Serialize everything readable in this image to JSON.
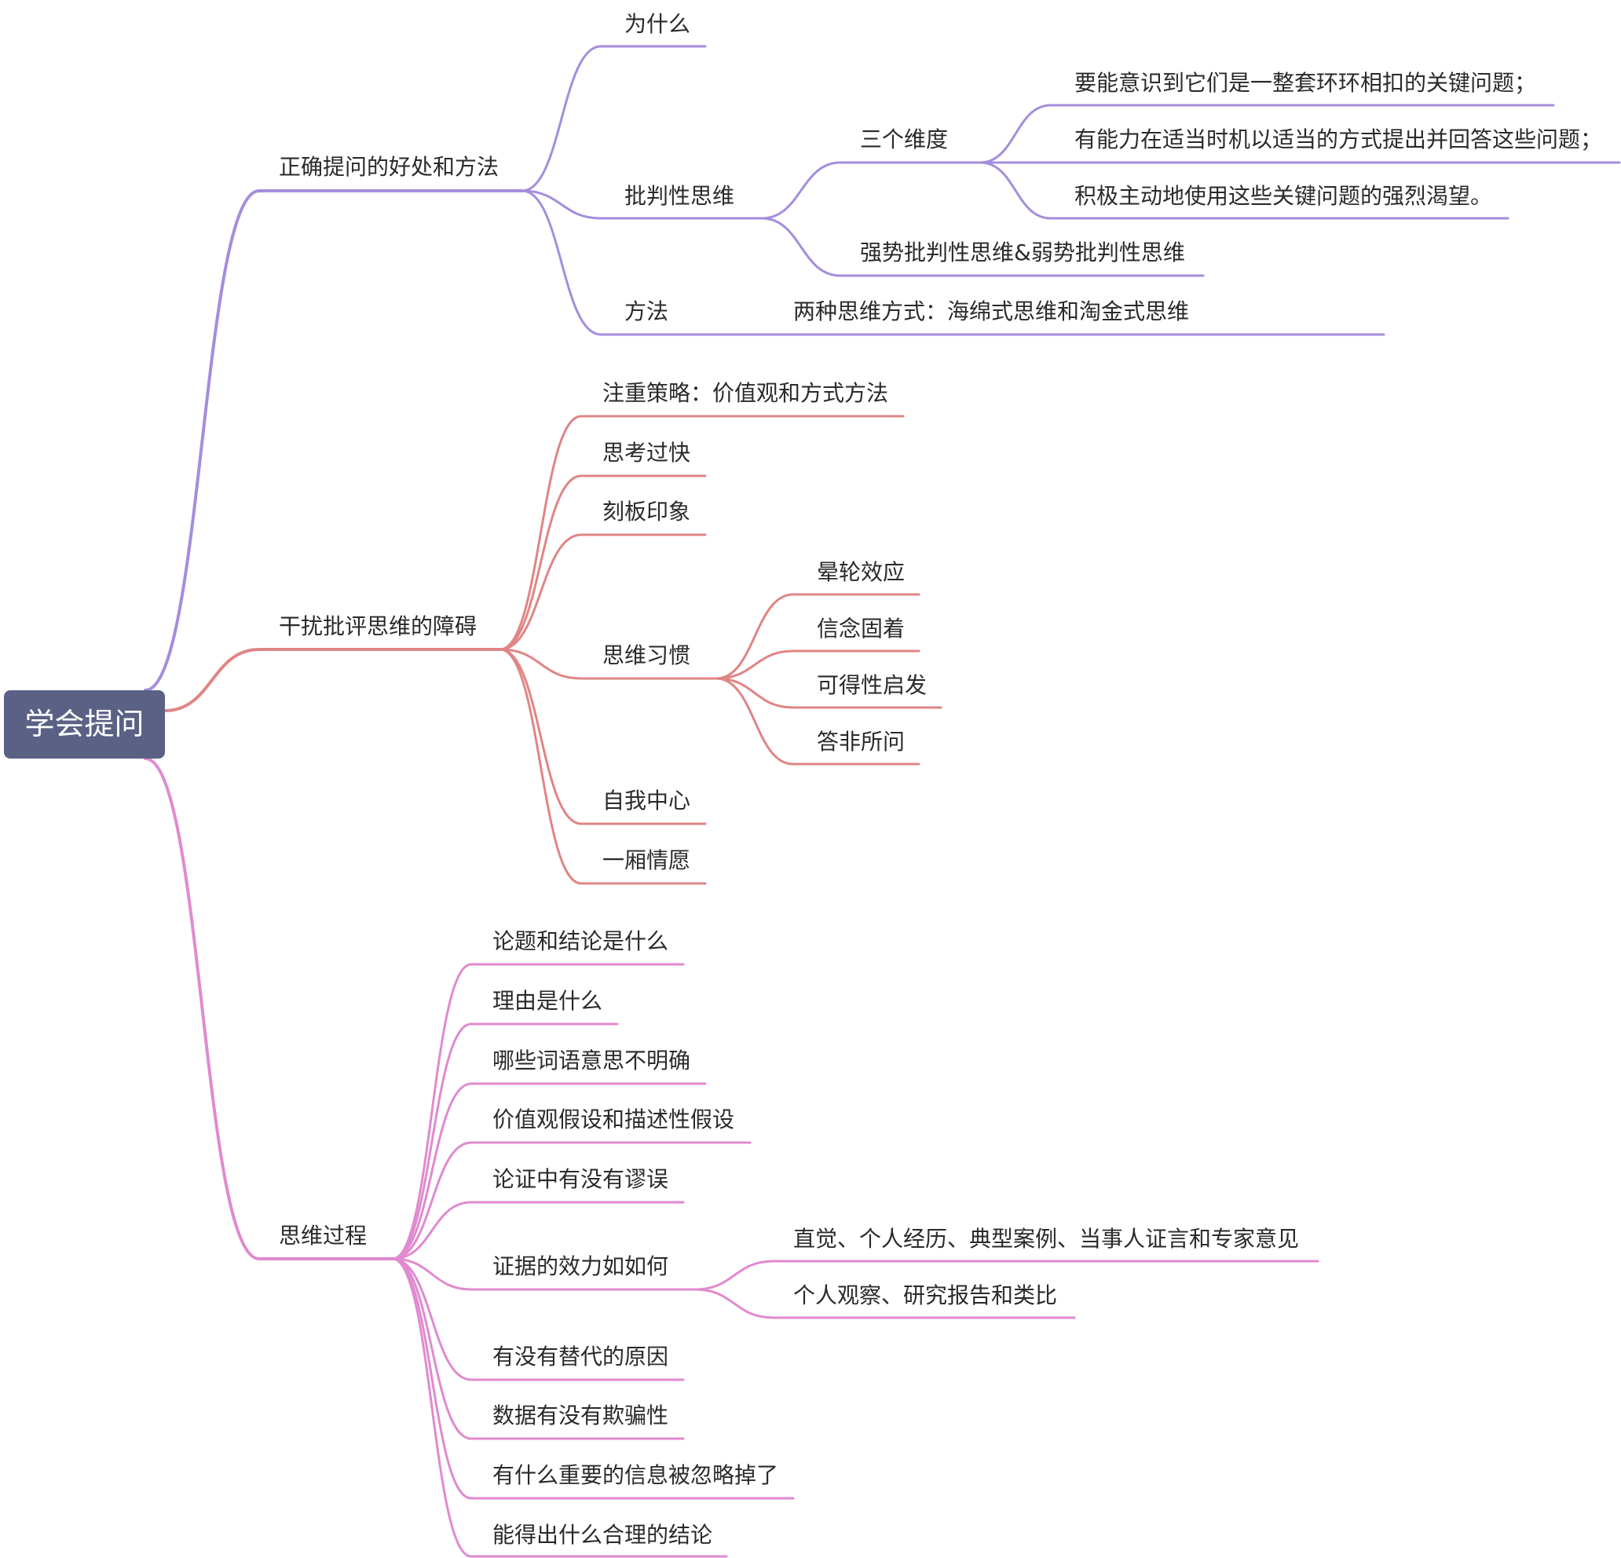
{
  "title": "学会提问",
  "colors": {
    "root_bg": "#5b6185",
    "branch_purple": "#a48ddd",
    "branch_red": "#e08585",
    "branch_pink": "#e08ad0",
    "text": "#2a2a2a"
  },
  "branches": [
    {
      "label": "正确提问的好处和方法",
      "children": [
        {
          "label": "为什么"
        },
        {
          "label": "批判性思维",
          "children": [
            {
              "label": "三个维度",
              "children": [
                {
                  "label": "要能意识到它们是一整套环环相扣的关键问题；"
                },
                {
                  "label": "有能力在适当时机以适当的方式提出并回答这些问题；"
                },
                {
                  "label": "积极主动地使用这些关键问题的强烈渴望。"
                }
              ]
            },
            {
              "label": "强势批判性思维&弱势批判性思维"
            }
          ]
        },
        {
          "label": "方法",
          "children": [
            {
              "label": "两种思维方式：海绵式思维和淘金式思维"
            }
          ]
        }
      ]
    },
    {
      "label": "干扰批评思维的障碍",
      "children": [
        {
          "label": "注重策略：价值观和方式方法"
        },
        {
          "label": "思考过快"
        },
        {
          "label": "刻板印象"
        },
        {
          "label": "思维习惯",
          "children": [
            {
              "label": "晕轮效应"
            },
            {
              "label": "信念固着"
            },
            {
              "label": "可得性启发"
            },
            {
              "label": "答非所问"
            }
          ]
        },
        {
          "label": "自我中心"
        },
        {
          "label": "一厢情愿"
        }
      ]
    },
    {
      "label": "思维过程",
      "children": [
        {
          "label": "论题和结论是什么"
        },
        {
          "label": "理由是什么"
        },
        {
          "label": "哪些词语意思不明确"
        },
        {
          "label": "价值观假设和描述性假设"
        },
        {
          "label": "论证中有没有谬误"
        },
        {
          "label": "证据的效力如如何",
          "children": [
            {
              "label": "直觉、个人经历、典型案例、当事人证言和专家意见"
            },
            {
              "label": "个人观察、研究报告和类比"
            }
          ]
        },
        {
          "label": "有没有替代的原因"
        },
        {
          "label": "数据有没有欺骗性"
        },
        {
          "label": "有什么重要的信息被忽略掉了"
        },
        {
          "label": "能得出什么合理的结论"
        }
      ]
    }
  ]
}
